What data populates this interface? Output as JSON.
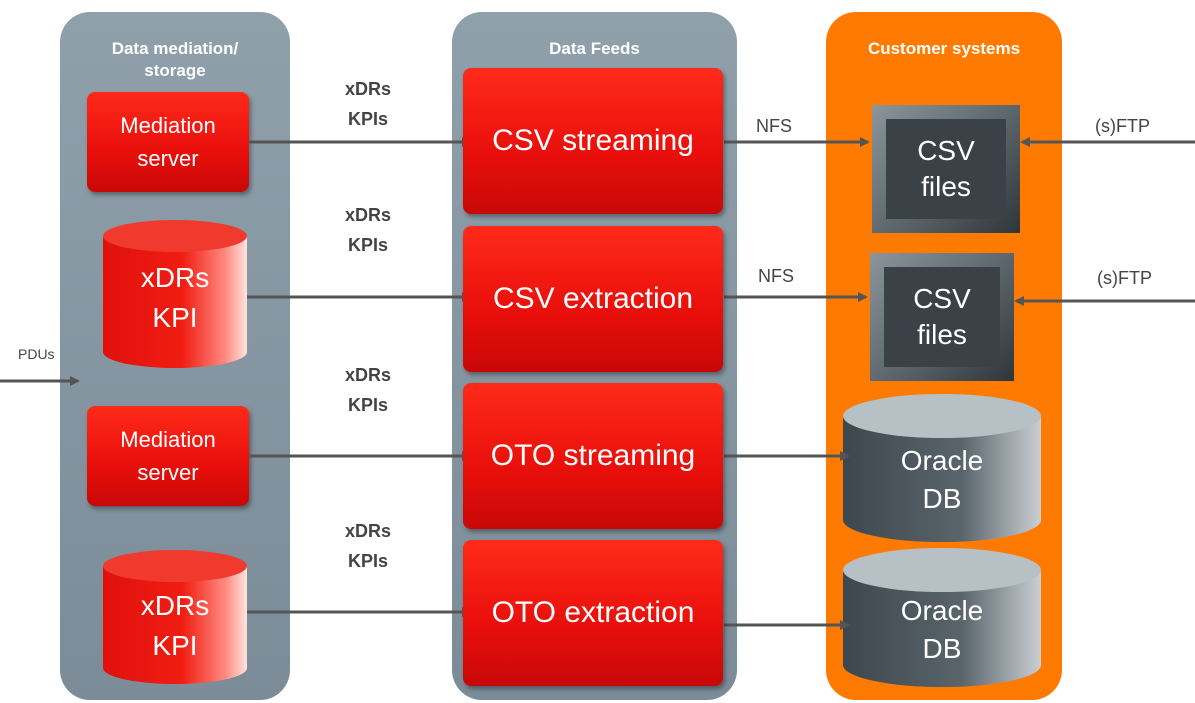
{
  "panels": {
    "mediation_title": "Data mediation/\nstorage",
    "feeds_title": "Data Feeds",
    "customer_title": "Customer systems"
  },
  "mediation": {
    "server1": "Mediation\nserver",
    "db1": "xDRs\nKPI",
    "server2": "Mediation\nserver",
    "db2": "xDRs\nKPI"
  },
  "feeds": {
    "csv_streaming": "CSV streaming",
    "csv_extraction": "CSV extraction",
    "oto_streaming": "OTO streaming",
    "oto_extraction": "OTO extraction"
  },
  "customer": {
    "csv_files_1": "CSV\nfiles",
    "csv_files_2": "CSV\nfiles",
    "oracle_db_1": "Oracle\nDB",
    "oracle_db_2": "Oracle\nDB"
  },
  "labels": {
    "xdrs_kpis": "xDRs\nKPIs",
    "nfs": "NFS",
    "sftp": "(s)FTP",
    "pdus": "PDUs"
  },
  "colors": {
    "red": "#e80f0b",
    "orange": "#ff7a00",
    "gray_panel": "#8396a2",
    "dark_box": "#3a4247"
  }
}
